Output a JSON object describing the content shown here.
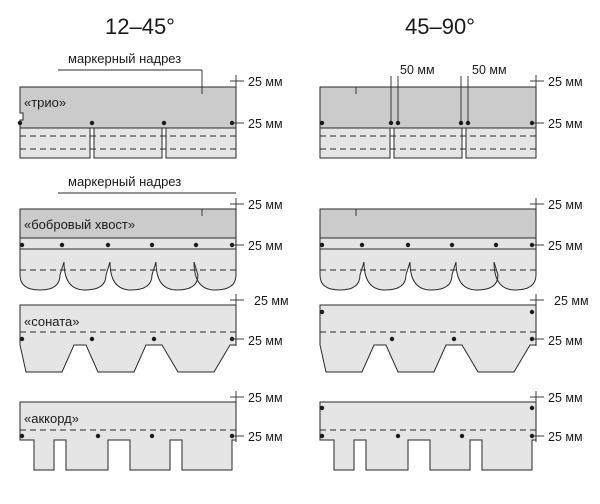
{
  "headers": {
    "left": "12–45°",
    "right": "45–90°"
  },
  "labels": {
    "marker_notch": "маркерный надрез",
    "dim_25": "25 мм",
    "dim_50": "50 мм"
  },
  "shingles": [
    {
      "name": "«трио»"
    },
    {
      "name": "«бобровый хвост»"
    },
    {
      "name": "«соната»"
    },
    {
      "name": "«аккорд»"
    }
  ],
  "colors": {
    "dark_fill": "#cbcbcb",
    "light_fill": "#e5e5e5",
    "stroke": "#2a2a2a"
  }
}
